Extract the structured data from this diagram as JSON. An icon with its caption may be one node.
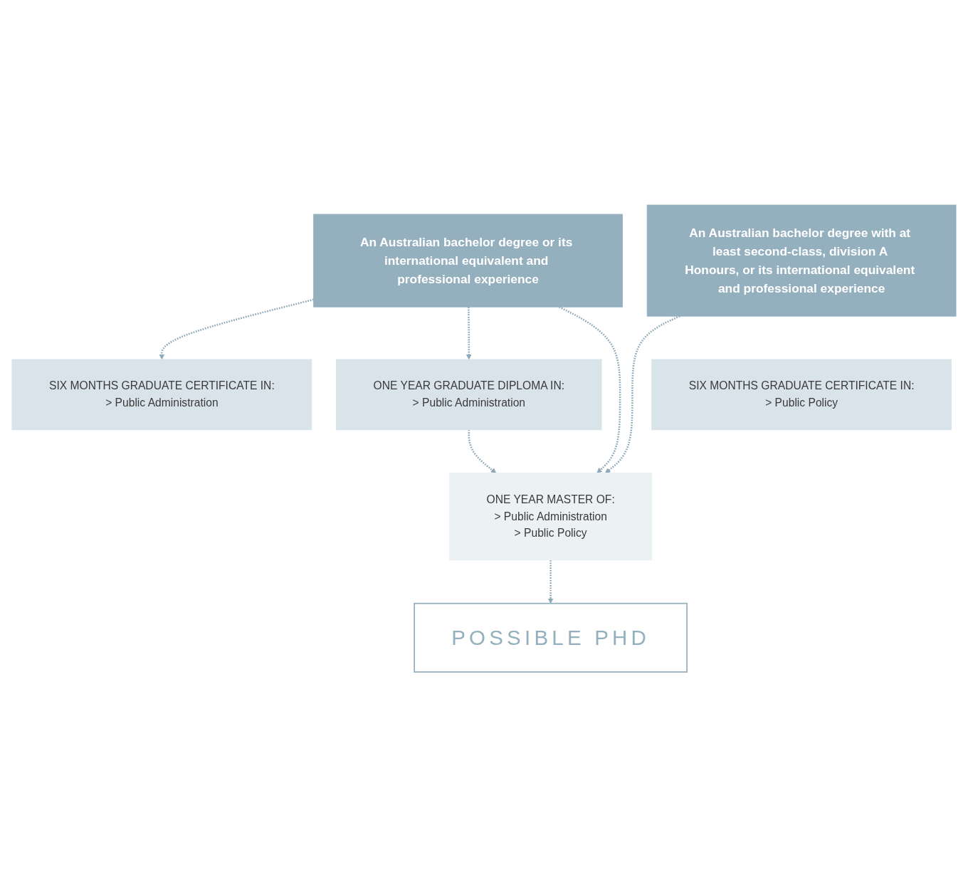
{
  "diagram": {
    "nodes": [
      {
        "text": [
          "An Australian bachelor degree or its international equivalent and professional experience"
        ]
      },
      {
        "text": [
          "An Australian bachelor degree with at least second-class, division A Honours, or its international equivalent and professional experience"
        ]
      },
      {
        "text": [
          "SIX MONTHS GRADUATE CERTIFICATE IN:",
          "> Public Administration"
        ]
      },
      {
        "text": [
          "ONE YEAR GRADUATE DIPLOMA IN:",
          "> Public Administration"
        ]
      },
      {
        "text": [
          "SIX MONTHS GRADUATE CERTIFICATE IN:",
          "> Public Policy"
        ]
      },
      {
        "text": [
          "ONE YEAR MASTER OF:",
          "> Public Administration",
          "> Public Policy"
        ]
      },
      {
        "text": [
          "POSSIBLE PHD"
        ]
      }
    ],
    "edges": [
      {
        "from": 0,
        "to": 2,
        "arrow": "to",
        "style": "dashed"
      },
      {
        "from": 0,
        "to": 3,
        "arrow": "to",
        "style": "dashed"
      },
      {
        "from": 0,
        "to": 5,
        "arrow": "to",
        "style": "dashed"
      },
      {
        "from": 1,
        "to": 5,
        "arrow": "to",
        "style": "dashed"
      },
      {
        "from": 3,
        "to": 5,
        "arrow": "to",
        "style": "dashed"
      },
      {
        "from": 5,
        "to": 6,
        "arrow": "to",
        "style": "dashed"
      }
    ]
  }
}
